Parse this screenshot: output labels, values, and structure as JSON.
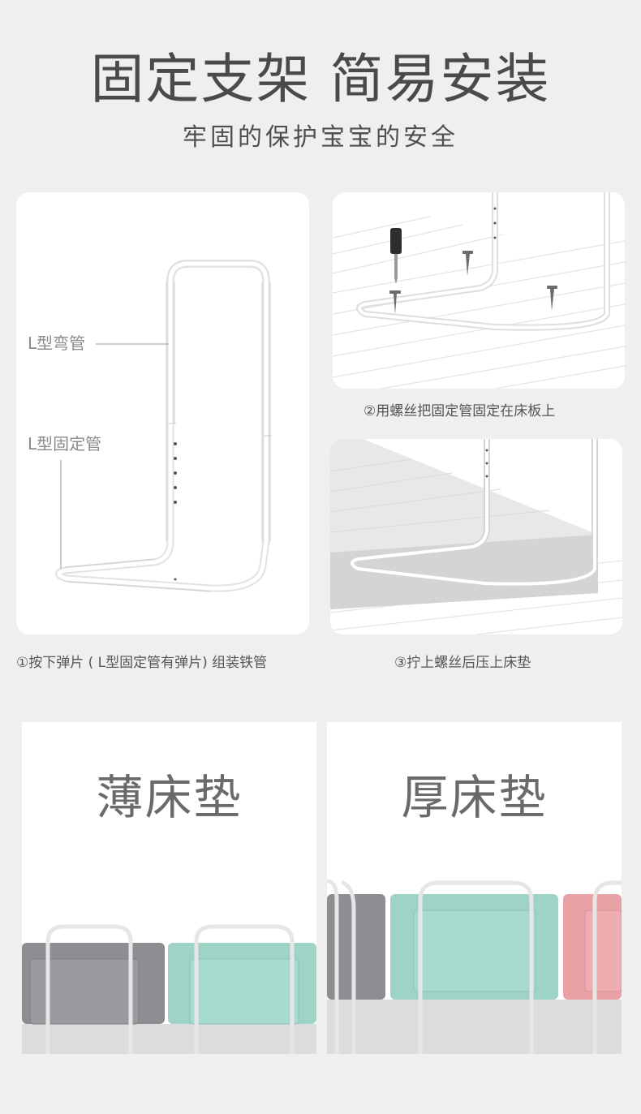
{
  "header": {
    "title": "固定支架 简易安装",
    "subtitle": "牢固的保护宝宝的安全"
  },
  "step1": {
    "label_bent_tube": "L型弯管",
    "label_fixed_tube": "L型固定管",
    "caption": "①按下弹片 ( L型固定管有弹片) 组装铁管"
  },
  "step2": {
    "caption": "②用螺丝把固定管固定在床板上"
  },
  "step3": {
    "caption": "③拧上螺丝后压上床垫"
  },
  "mattress": {
    "thin_label": "薄床垫",
    "thick_label": "厚床垫"
  },
  "colors": {
    "background": "#efefef",
    "title_text": "#4a4a4a",
    "gray_pad": "#8e8f93",
    "mint_pad": "#9fd6c8",
    "pink_pad": "#e8a3a6",
    "mattress_base": "#d9d9d9"
  }
}
